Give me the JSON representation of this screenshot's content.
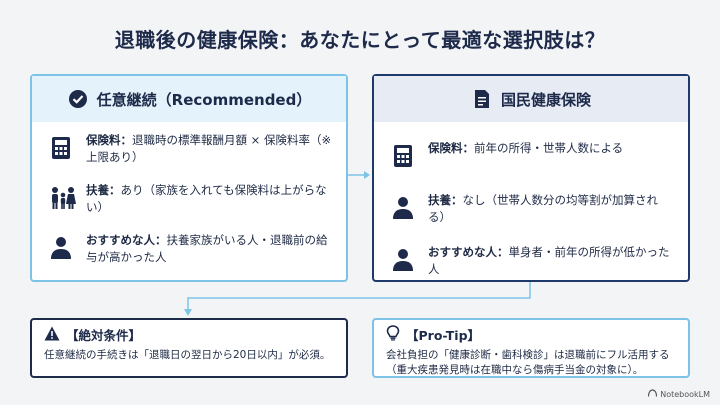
{
  "title": "退職後の健康保険：あなたにとって最適な選択肢は？",
  "left_card": {
    "heading": "任意継続（Recommended）",
    "heading_icon": "check-circle-icon",
    "rows": [
      {
        "icon": "calculator-icon",
        "label": "保険料：",
        "text": "退職時の標準報酬月額 × 保険料率（※上限あり）"
      },
      {
        "icon": "family-icon",
        "label": "扶養：",
        "text": "あり（家族を入れても保険料は上がらない）"
      },
      {
        "icon": "person-icon",
        "label": "おすすめな人：",
        "text": "扶養家族がいる人・退職前の給与が高かった人"
      }
    ]
  },
  "right_card": {
    "heading": "国民健康保険",
    "heading_icon": "document-icon",
    "rows": [
      {
        "icon": "calculator-icon",
        "label": "保険料：",
        "text": "前年の所得・世帯人数による"
      },
      {
        "icon": "person-icon",
        "label": "扶養：",
        "text": "なし（世帯人数分の均等割が加算される）"
      },
      {
        "icon": "person-icon",
        "label": "おすすめな人：",
        "text": "単身者・前年の所得が低かった人"
      }
    ]
  },
  "condition_box": {
    "heading": "【絶対条件】",
    "icon": "warning-icon",
    "text": "任意継続の手続きは「退職日の翌日から20日以内」が必須。"
  },
  "tip_box": {
    "heading": "【Pro-Tip】",
    "icon": "lightbulb-icon",
    "text": "会社負担の「健康診断・歯科検診」は退職前にフル活用する（重大疾患発見時は在職中なら傷病手当金の対象に）。"
  },
  "footer": {
    "brand": "NotebookLM"
  },
  "colors": {
    "navy": "#1d2a4a",
    "light_blue": "#7dc3e8",
    "left_head_bg": "#e4f3fb",
    "right_head_bg": "#e6ebf4"
  }
}
